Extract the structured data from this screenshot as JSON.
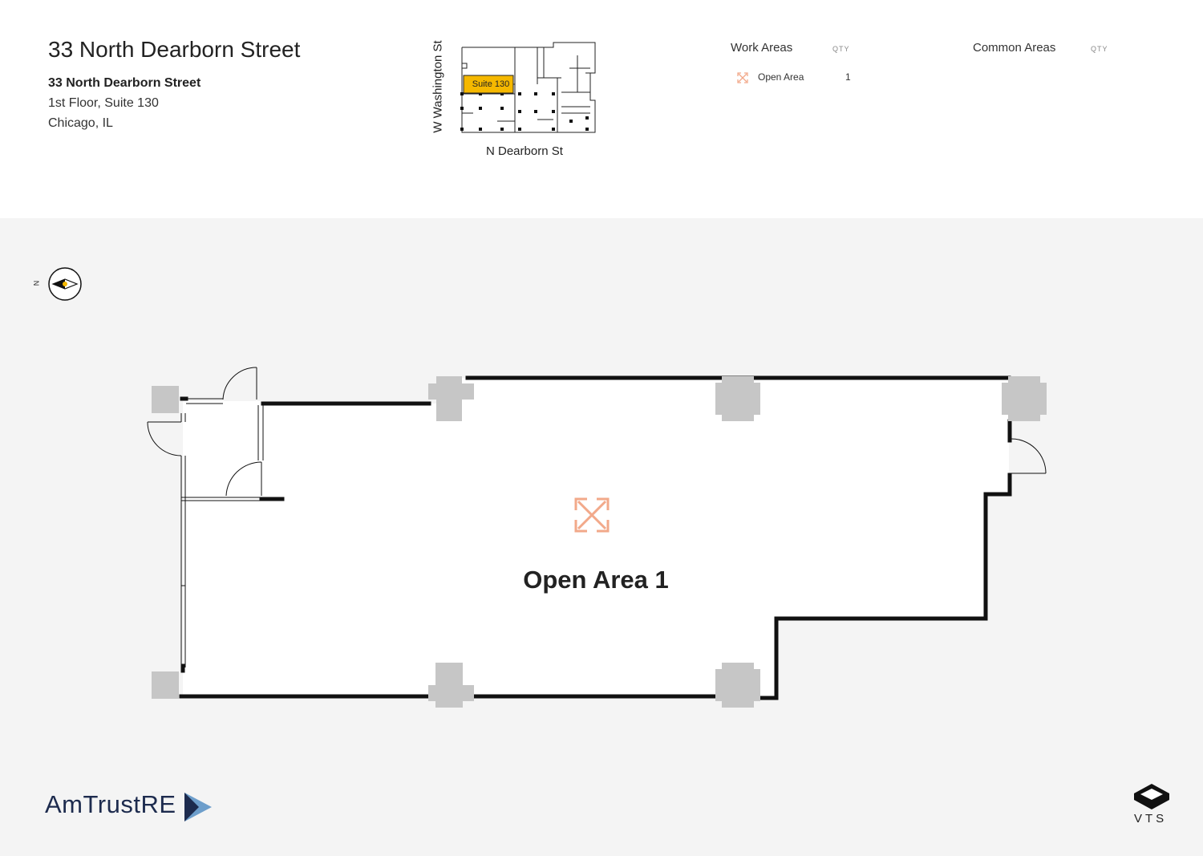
{
  "header": {
    "title": "33 North Dearborn Street",
    "building_name": "33 North Dearborn Street",
    "floor_suite": "1st Floor, Suite 130",
    "city": "Chicago, IL"
  },
  "keyplan": {
    "street_west": "W Washington St",
    "street_south": "N Dearborn St",
    "highlight_label": "Suite 130",
    "highlight_color": "#f5b800"
  },
  "legend": {
    "work_areas_heading": "Work Areas",
    "work_qty_heading": "QTY",
    "common_areas_heading": "Common Areas",
    "common_qty_heading": "QTY",
    "items": [
      {
        "icon": "expand-arrows-icon",
        "label": "Open Area",
        "qty": "1"
      }
    ]
  },
  "compass": {
    "label": "N",
    "accent_color": "#f5b800"
  },
  "floorplan": {
    "room_label": "Open Area 1",
    "room_icon": "expand-arrows-icon",
    "icon_color": "#f2a98a",
    "wall_color": "#111111",
    "column_color": "#c6c6c6",
    "background_color": "#f4f4f4"
  },
  "footer": {
    "brand_left": "AmTrustRE",
    "brand_right": "VTS"
  }
}
